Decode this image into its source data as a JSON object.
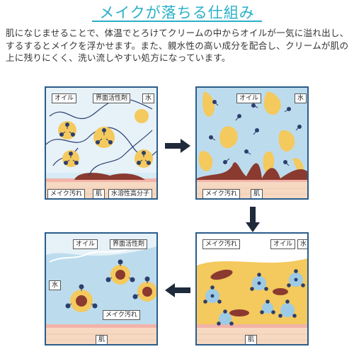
{
  "header": {
    "title": "メイクが落ちる仕組み",
    "intro": "肌になじませることで、体温でとろけてクリームの中からオイルが一気に溢れ出し、するするとメイクを浮かせます。また、親水性の高い成分を配合し、クリームが肌の上に残りにくく、洗い流しやすい処方になっています。"
  },
  "panels": {
    "p1": {
      "oil": "オイル",
      "surfactant": "界面活性剤",
      "water": "水",
      "makeup": "メイク汚れ",
      "skin": "肌",
      "polymer": "水溶性高分子"
    },
    "p2": {
      "oil": "オイル",
      "water": "水",
      "makeup": "メイク汚れ",
      "skin": "肌"
    },
    "p3": {
      "makeup": "メイク汚れ",
      "oil": "オイル",
      "water": "水",
      "skin": "肌"
    },
    "p4": {
      "oil": "オイル",
      "surfactant": "界面活性剤",
      "water": "水",
      "makeup": "メイク汚れ",
      "skin": "肌"
    }
  },
  "colors": {
    "title": "#2ab0c8",
    "border": "#2a5d8a",
    "water": "#bcdcee",
    "oil": "#f4c95d",
    "makeup": "#8b3a2f",
    "skin": "#f6d9c2",
    "surfactant": "#2d3e6e",
    "arrow": "#1f2a3a"
  },
  "arrows": [
    "arrow-right",
    "arrow-down",
    "arrow-left"
  ]
}
